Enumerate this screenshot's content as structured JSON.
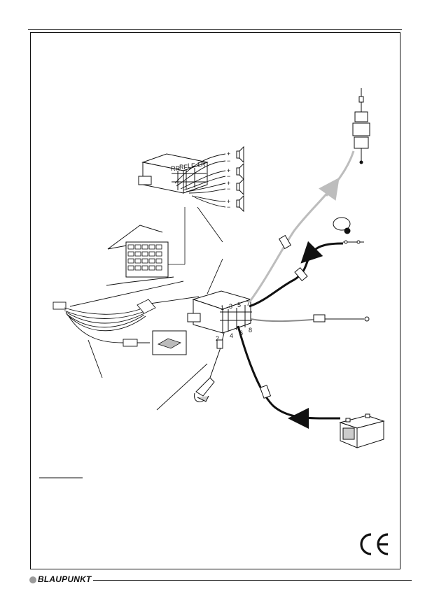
{
  "speaker_block": {
    "channel_labels": [
      "RR",
      "RF",
      "LF",
      "LR"
    ]
  },
  "connector_block": {
    "pin_labels": [
      "1",
      "3",
      "5",
      "7",
      "2",
      "4",
      "6",
      "8"
    ]
  },
  "brand": {
    "name": "BLAUPUNKT",
    "dot_color": "#9a9a9a"
  },
  "ce": {
    "text": "CE"
  },
  "colors": {
    "line": "#111111",
    "antenna_cable": "#bdbdbd",
    "red_cable": "#8a8a8a"
  },
  "icons": [
    "antenna-icon",
    "ignition-key-icon",
    "battery-icon",
    "telephone-icon",
    "speaker-icon",
    "module-icon",
    "ce-mark-icon"
  ]
}
